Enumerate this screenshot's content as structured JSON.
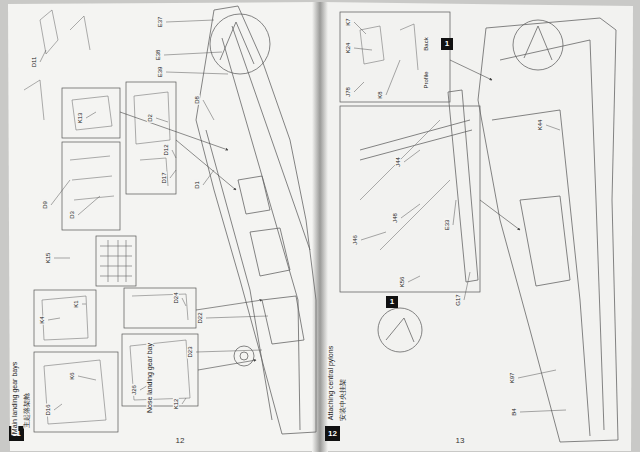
{
  "diagram": {
    "nodes": [
      {
        "text": [
          "11"
        ]
      },
      {
        "text": [
          "1"
        ]
      },
      {
        "text": [
          "1"
        ]
      },
      {
        "text": [
          "12"
        ]
      }
    ],
    "labels": [
      "Main landing gear bays",
      "主起落架舱",
      "Nose landing gear bay",
      "12",
      "Attaching central pylons",
      "安装中央挂架",
      "13",
      "Profile",
      "Back",
      "D11",
      "E37",
      "E38",
      "E39",
      "D8",
      "K13",
      "D2",
      "D1",
      "D17",
      "D3",
      "D9",
      "K15",
      "K4",
      "K1",
      "D16",
      "K6",
      "D22",
      "D23",
      "D24",
      "J26",
      "K12",
      "D12",
      "K7",
      "K24",
      "J78",
      "K8",
      "J46",
      "J44",
      "J48",
      "E33",
      "G17",
      "K56",
      "K44",
      "K97",
      "B4"
    ]
  }
}
